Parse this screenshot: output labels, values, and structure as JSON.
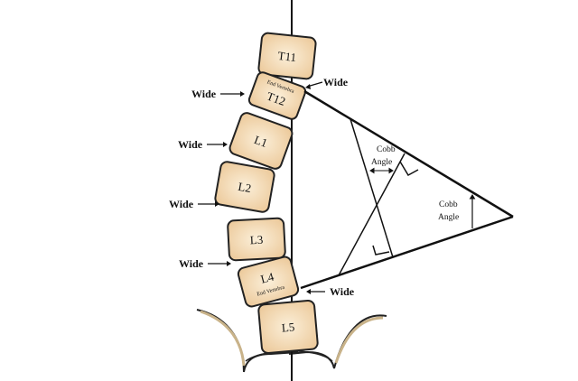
{
  "vertebrae": {
    "t11": "T11",
    "t12": "T12",
    "l1": "L1",
    "l2": "L2",
    "l3": "L3",
    "l4": "L4",
    "l5": "L5"
  },
  "end_vertebra": "End Vertebra",
  "wide": "Wide",
  "cobb_angle": {
    "line1": "Cobb",
    "line2": "Angle"
  },
  "colors": {
    "bone": "#f3ddb9",
    "line": "#111111"
  }
}
